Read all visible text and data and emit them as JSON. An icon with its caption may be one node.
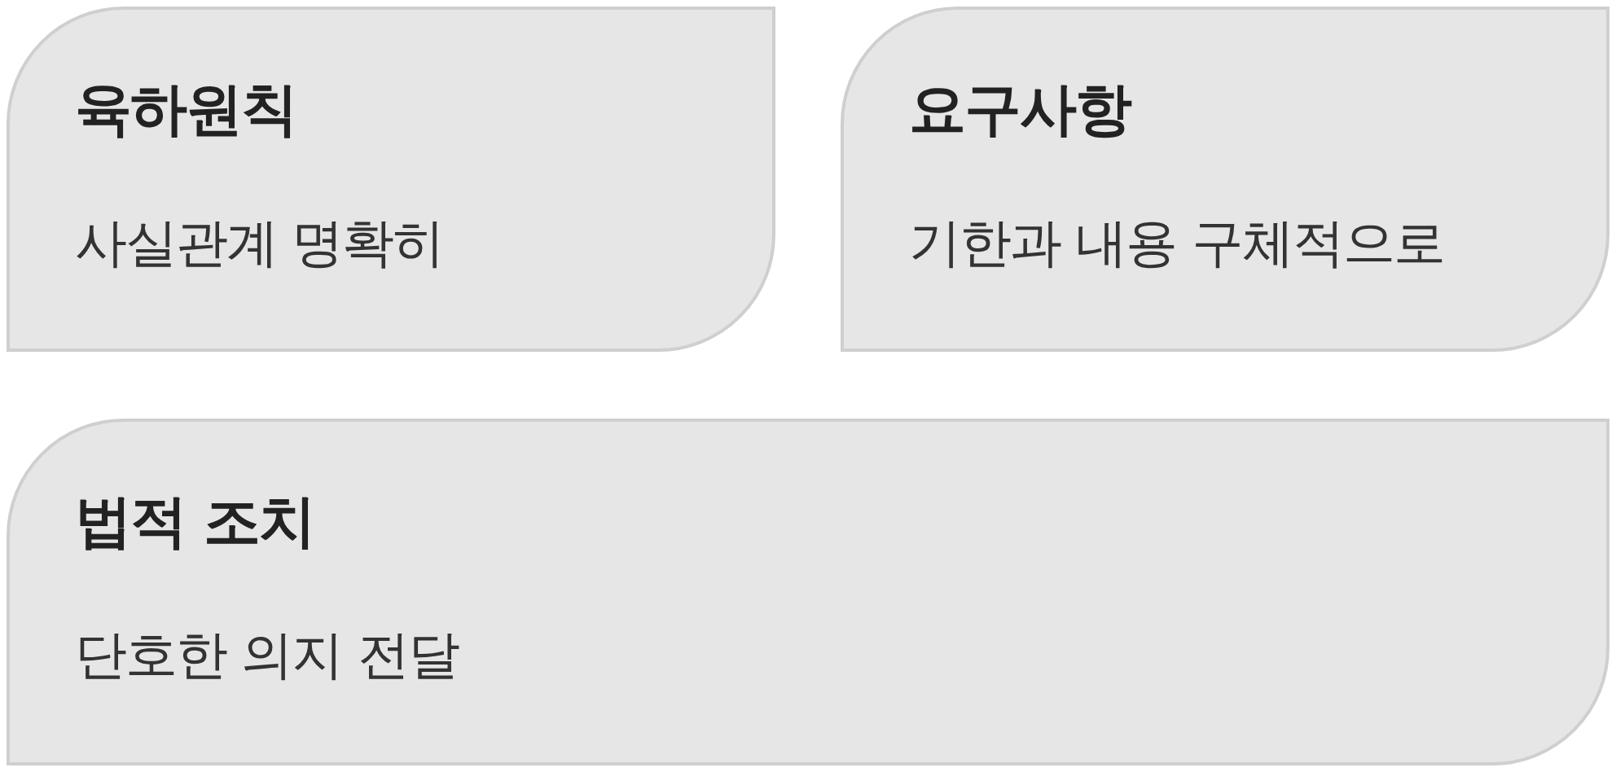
{
  "diagram": {
    "nodes": [
      {
        "text": [
          "육하원칙",
          "사실관계 명확히"
        ]
      },
      {
        "text": [
          "요구사항",
          "기한과 내용 구체적으로"
        ]
      },
      {
        "text": [
          "법적 조치",
          "단호한 의지 전달"
        ]
      }
    ]
  }
}
